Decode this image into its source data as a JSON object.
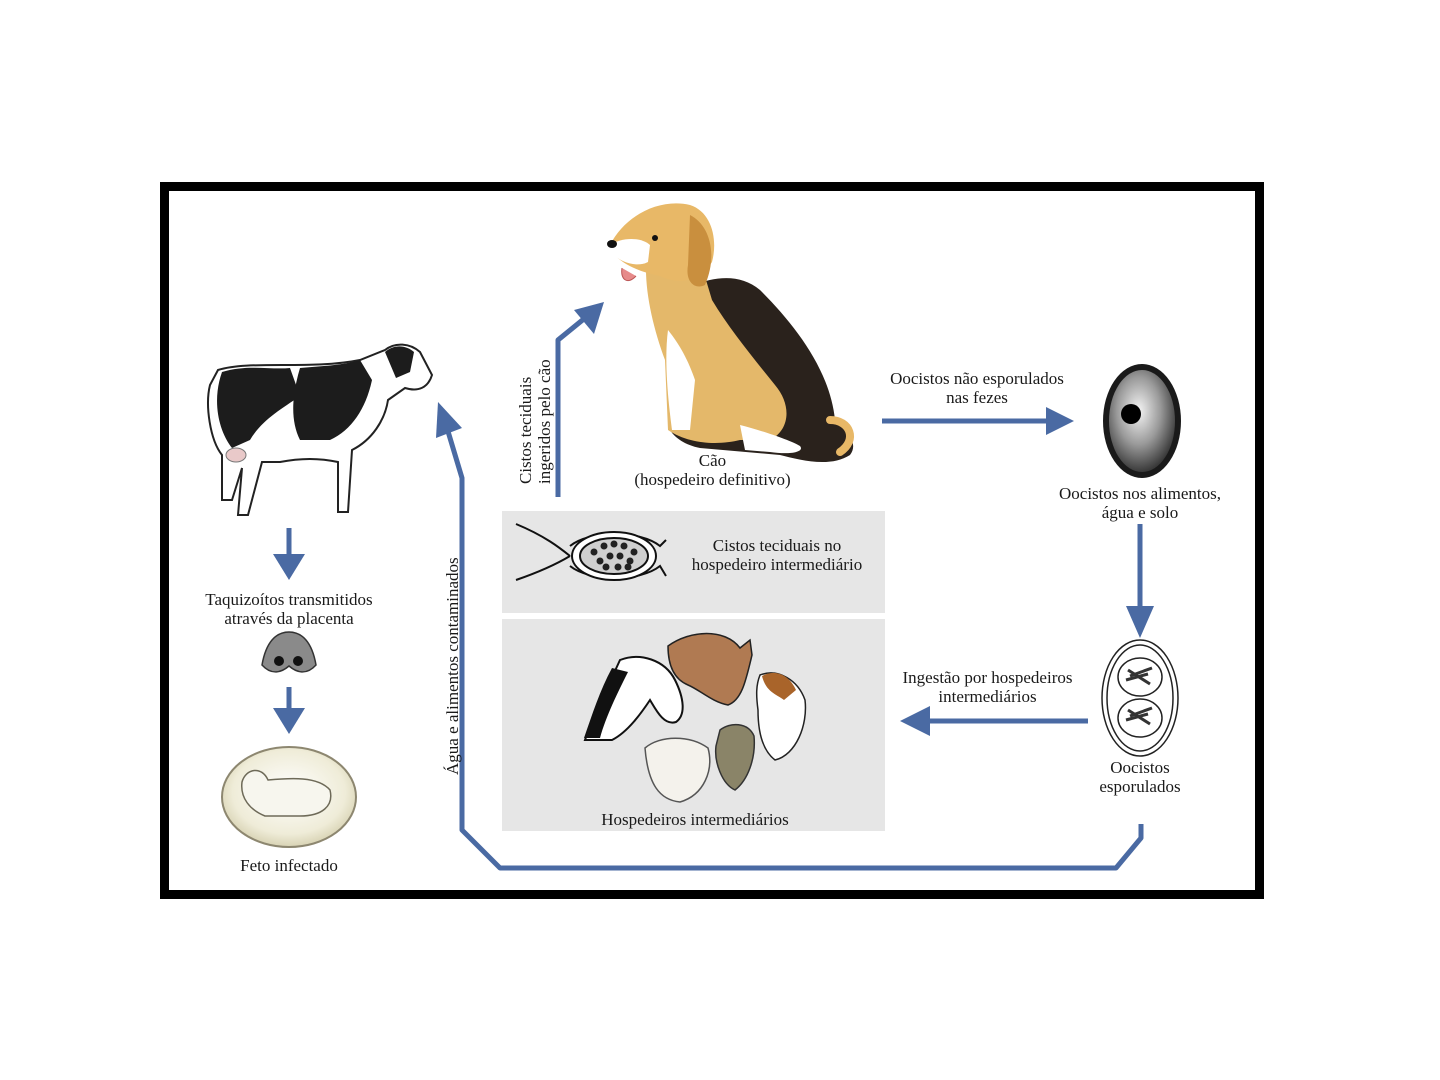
{
  "colors": {
    "arrow": "#4a6aa3",
    "panel": "#e6e6e6",
    "frame": "#000000"
  },
  "labels": {
    "dog_line1": "Cão",
    "dog_line2": "(hospedeiro definitivo)",
    "unsporulated_line1": "Oocistos não esporulados",
    "unsporulated_line2": "nas fezes",
    "env_line1": "Oocistos nos alimentos,",
    "env_line2": "água e solo",
    "sporulated_line1": "Oocistos",
    "sporulated_line2": "esporulados",
    "ingestion_line1": "Ingestão por hospedeiros",
    "ingestion_line2": "intermediários",
    "tissue_cysts_line1": "Cistos teciduais no",
    "tissue_cysts_line2": "hospedeiro intermediário",
    "intermediate_hosts": "Hospedeiros intermediários",
    "ingested_line1": "Cistos teciduais",
    "ingested_line2": "ingeridos pelo cão",
    "contaminated": "Água e alimentos contaminados",
    "placenta_line1": "Taquizoítos transmitidos",
    "placenta_line2": "através da placenta",
    "fetus": "Feto infectado"
  },
  "icons": [
    "cow-icon",
    "dog-icon",
    "oocyst-icon",
    "sporulated-oocyst-icon",
    "tissue-cyst-icon",
    "tachyzoite-icon",
    "fetus-icon",
    "horse-icon",
    "cattle-icon",
    "collie-icon",
    "sheep-icon",
    "goat-icon"
  ]
}
